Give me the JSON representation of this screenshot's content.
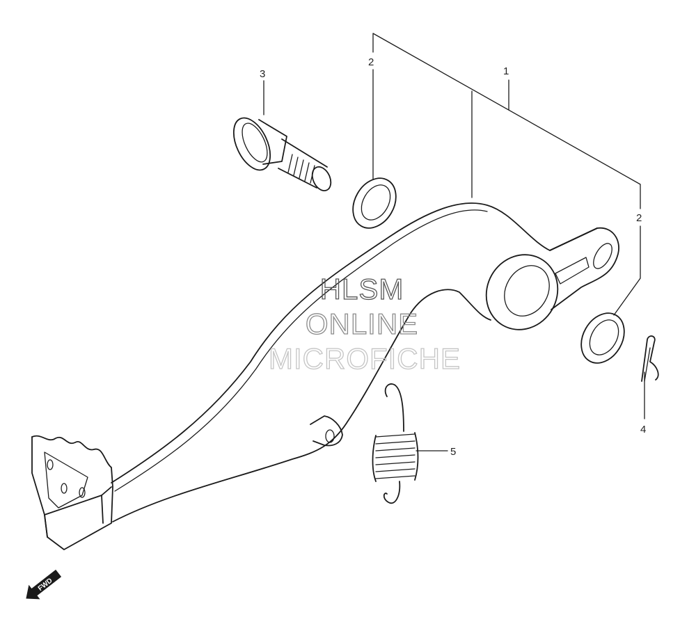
{
  "callouts": {
    "part_1": "1",
    "part_2_washer_upper": "2",
    "part_2_washer_lower": "2",
    "part_3": "3",
    "part_4": "4",
    "part_5": "5"
  },
  "watermark": {
    "line1": "HLSM",
    "line2": "ONLINE",
    "line3": "MICROFICHE"
  },
  "direction_marker": {
    "label": "FWD"
  },
  "colors": {
    "line": "#1a1a1a",
    "watermark_line1": "#555555",
    "watermark_line2": "#8a8a8a",
    "watermark_line3": "#c4c4c4"
  }
}
